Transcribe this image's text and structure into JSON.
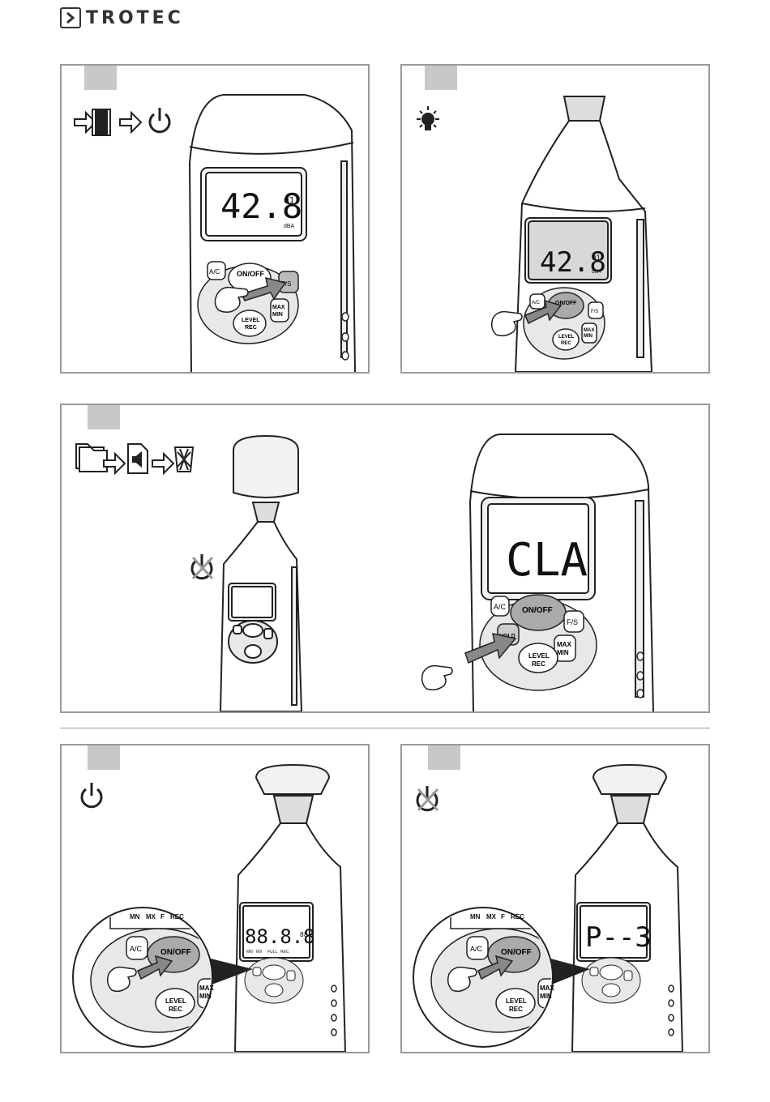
{
  "brand": {
    "name": "TROTEC"
  },
  "device_labels": {
    "on_off": "ON/OFF",
    "ac": "A/C",
    "fs": "F/S",
    "level": "LEVEL",
    "rec": "REC",
    "max": "MAX",
    "min": "MIN",
    "hold": "HOLD",
    "dba": "dBA"
  },
  "panels": [
    {
      "id": 1,
      "display_value": "42.8",
      "display_small": "01"
    },
    {
      "id": 2,
      "display_value": "42.8",
      "display_small": "01"
    },
    {
      "id": 3,
      "display_value": "CLA"
    },
    {
      "id": 4,
      "display_value": "88.8.8",
      "display_small": "88",
      "segments": [
        "MN",
        "MX",
        "F",
        "REC"
      ],
      "lcd_row": [
        "MN",
        "MX",
        "FULL",
        "REC"
      ]
    },
    {
      "id": 5,
      "display_value": "P--3",
      "segments": [
        "MN",
        "MX",
        "F",
        "REC"
      ]
    }
  ]
}
